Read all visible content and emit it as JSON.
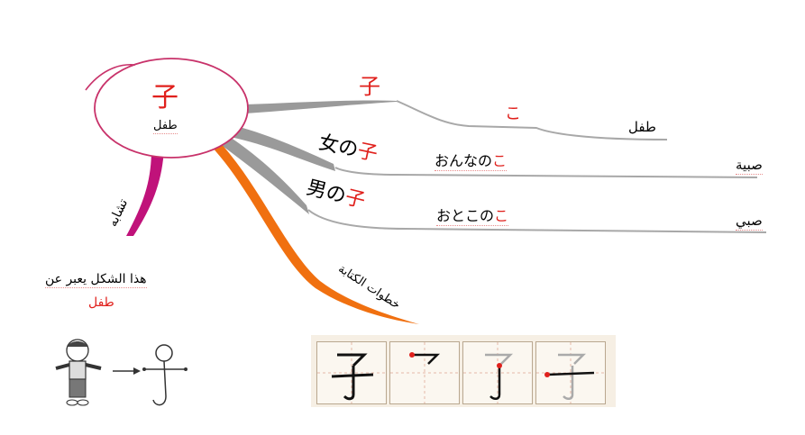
{
  "center_node": {
    "kanji": "子",
    "meaning": "طفل",
    "colors": {
      "kanji": "#e0201c",
      "outline": "#c8326a"
    }
  },
  "branches": {
    "reading": {
      "kanji": "子",
      "kana": "こ",
      "meaning": "طفل"
    },
    "girl": {
      "word_prefix": "女の",
      "word_kanji": "子",
      "kana_prefix": "おんなの",
      "kana_highlight": "こ",
      "meaning": "صبية"
    },
    "boy": {
      "word_prefix": "男の",
      "word_kanji": "子",
      "kana_prefix": "おとこの",
      "kana_highlight": "こ",
      "meaning": "صبي"
    },
    "similarity": {
      "label": "تشابه",
      "color": "#c0127a",
      "description": "هذا الشكل يعبر عن",
      "meaning": "طفل",
      "illustration": [
        "boy-figure-icon",
        "arrow-right-icon",
        "stick-figure-icon"
      ]
    },
    "writing": {
      "label": "خطوات الكتابة",
      "color": "#f07010",
      "steps": [
        {
          "name": "full-character"
        },
        {
          "name": "step-1"
        },
        {
          "name": "step-2"
        },
        {
          "name": "step-3"
        }
      ]
    }
  },
  "colors": {
    "accent_red": "#e0201c",
    "branch_gray": "#9a9a9a",
    "line_gray": "#a8a8a8"
  }
}
